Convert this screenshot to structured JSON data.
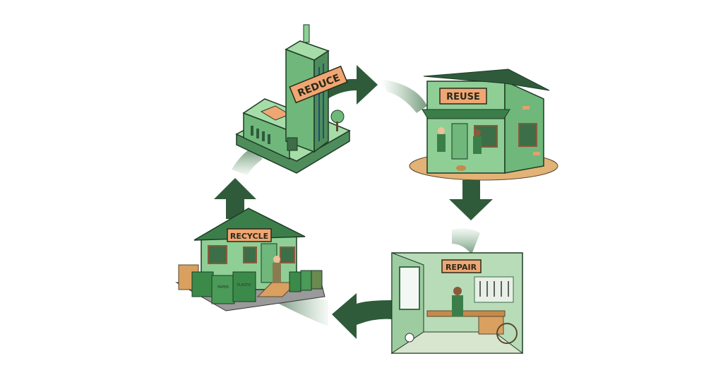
{
  "diagram": {
    "stages": [
      {
        "label": "REDUCE",
        "scene": "office-building"
      },
      {
        "label": "REUSE",
        "scene": "shop"
      },
      {
        "label": "REPAIR",
        "scene": "workshop"
      },
      {
        "label": "RECYCLE",
        "scene": "recycling-house"
      }
    ],
    "bin_labels": [
      "PAPER",
      "PLASTIC"
    ],
    "colors": {
      "dark_green": "#2f5b3a",
      "mid_green": "#5fa36e",
      "light_green": "#8fcf96",
      "sign_orange": "#f0a673",
      "ground_tan": "#e3b277"
    }
  }
}
